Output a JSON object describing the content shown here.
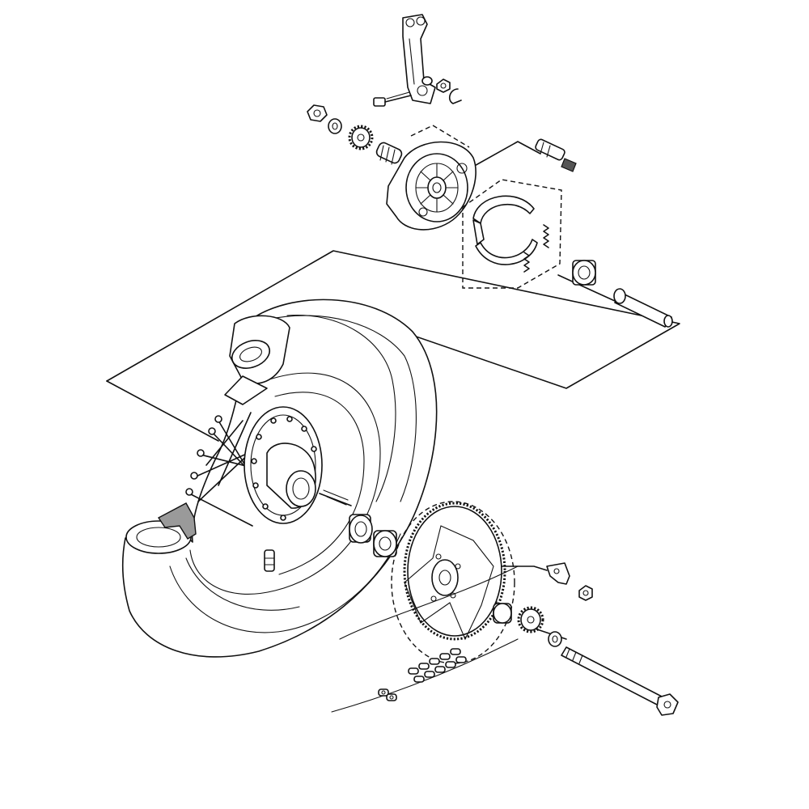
{
  "diagram": {
    "kind": "exploded-parts-view",
    "subject": "rear-wheel-assembly",
    "colors": {
      "line": "#111111",
      "background": "#ffffff",
      "shading": "#9a9a9a"
    },
    "parts": [
      "brake-arm",
      "brake-arm-bolt",
      "brake-arm-nut",
      "brake-arm-washer",
      "brake-arm-clip",
      "axle-nut-top",
      "washer-top",
      "wheel-sensor-gear-top",
      "spring-top",
      "brake-panel",
      "brake-cable-fitting",
      "brake-shoes",
      "shoe-springs",
      "bearing-top",
      "axle-spacer",
      "tire",
      "inner-tube",
      "rim-lock",
      "spokes",
      "hub",
      "tube-valve",
      "hub-bearings",
      "hub-bolt",
      "sprocket",
      "sprocket-collar",
      "chain-adjuster-plate",
      "adjuster-nut",
      "sensor-gear-bottom",
      "washer-bottom",
      "rear-axle",
      "drive-chain",
      "chain-master-link"
    ]
  }
}
